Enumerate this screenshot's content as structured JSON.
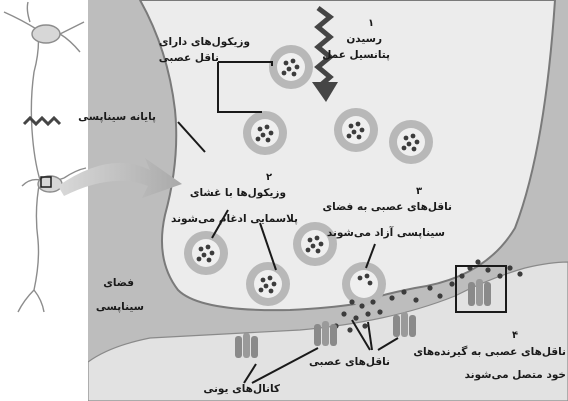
{
  "labels": {
    "step1_number": "۱",
    "step1_line1": "رسیدن",
    "step1_line2": "پتانسیل عمل",
    "vesicles_line1": "وزیکول‌های دارای",
    "vesicles_line2": "ناقل عصبی",
    "terminal": "پایانه سیناپسی",
    "step2_number": "۲",
    "step2_line1": "وزیکول‌ها با غشای",
    "step2_line2": "پلاسمایی ادغام می‌شوند",
    "step3_number": "۳",
    "step3_line1": "ناقل‌های عصبی به فضای",
    "step3_line2": "سیناپسی آزاد می‌شوند",
    "cleft_line1": "فضای",
    "cleft_line2": "سیناپسی",
    "step4_number": "۴",
    "step4_line1": "ناقل‌های عصبی به گیرنده‌های",
    "step4_line2": "خود متصل می‌شوند",
    "ion_channels": "کانال‌های یونی",
    "neurotransmitters": "ناقل‌های عصبی"
  },
  "colors": {
    "cytoplasm": "#eaeaea",
    "cleft": "#b9b9b9",
    "membrane": "#7a7a7a",
    "vesicle_outer": "#b8b8b8",
    "vesicle_inner": "#efefef",
    "molecule": "#3c3c3c",
    "arrow": "#454545"
  }
}
